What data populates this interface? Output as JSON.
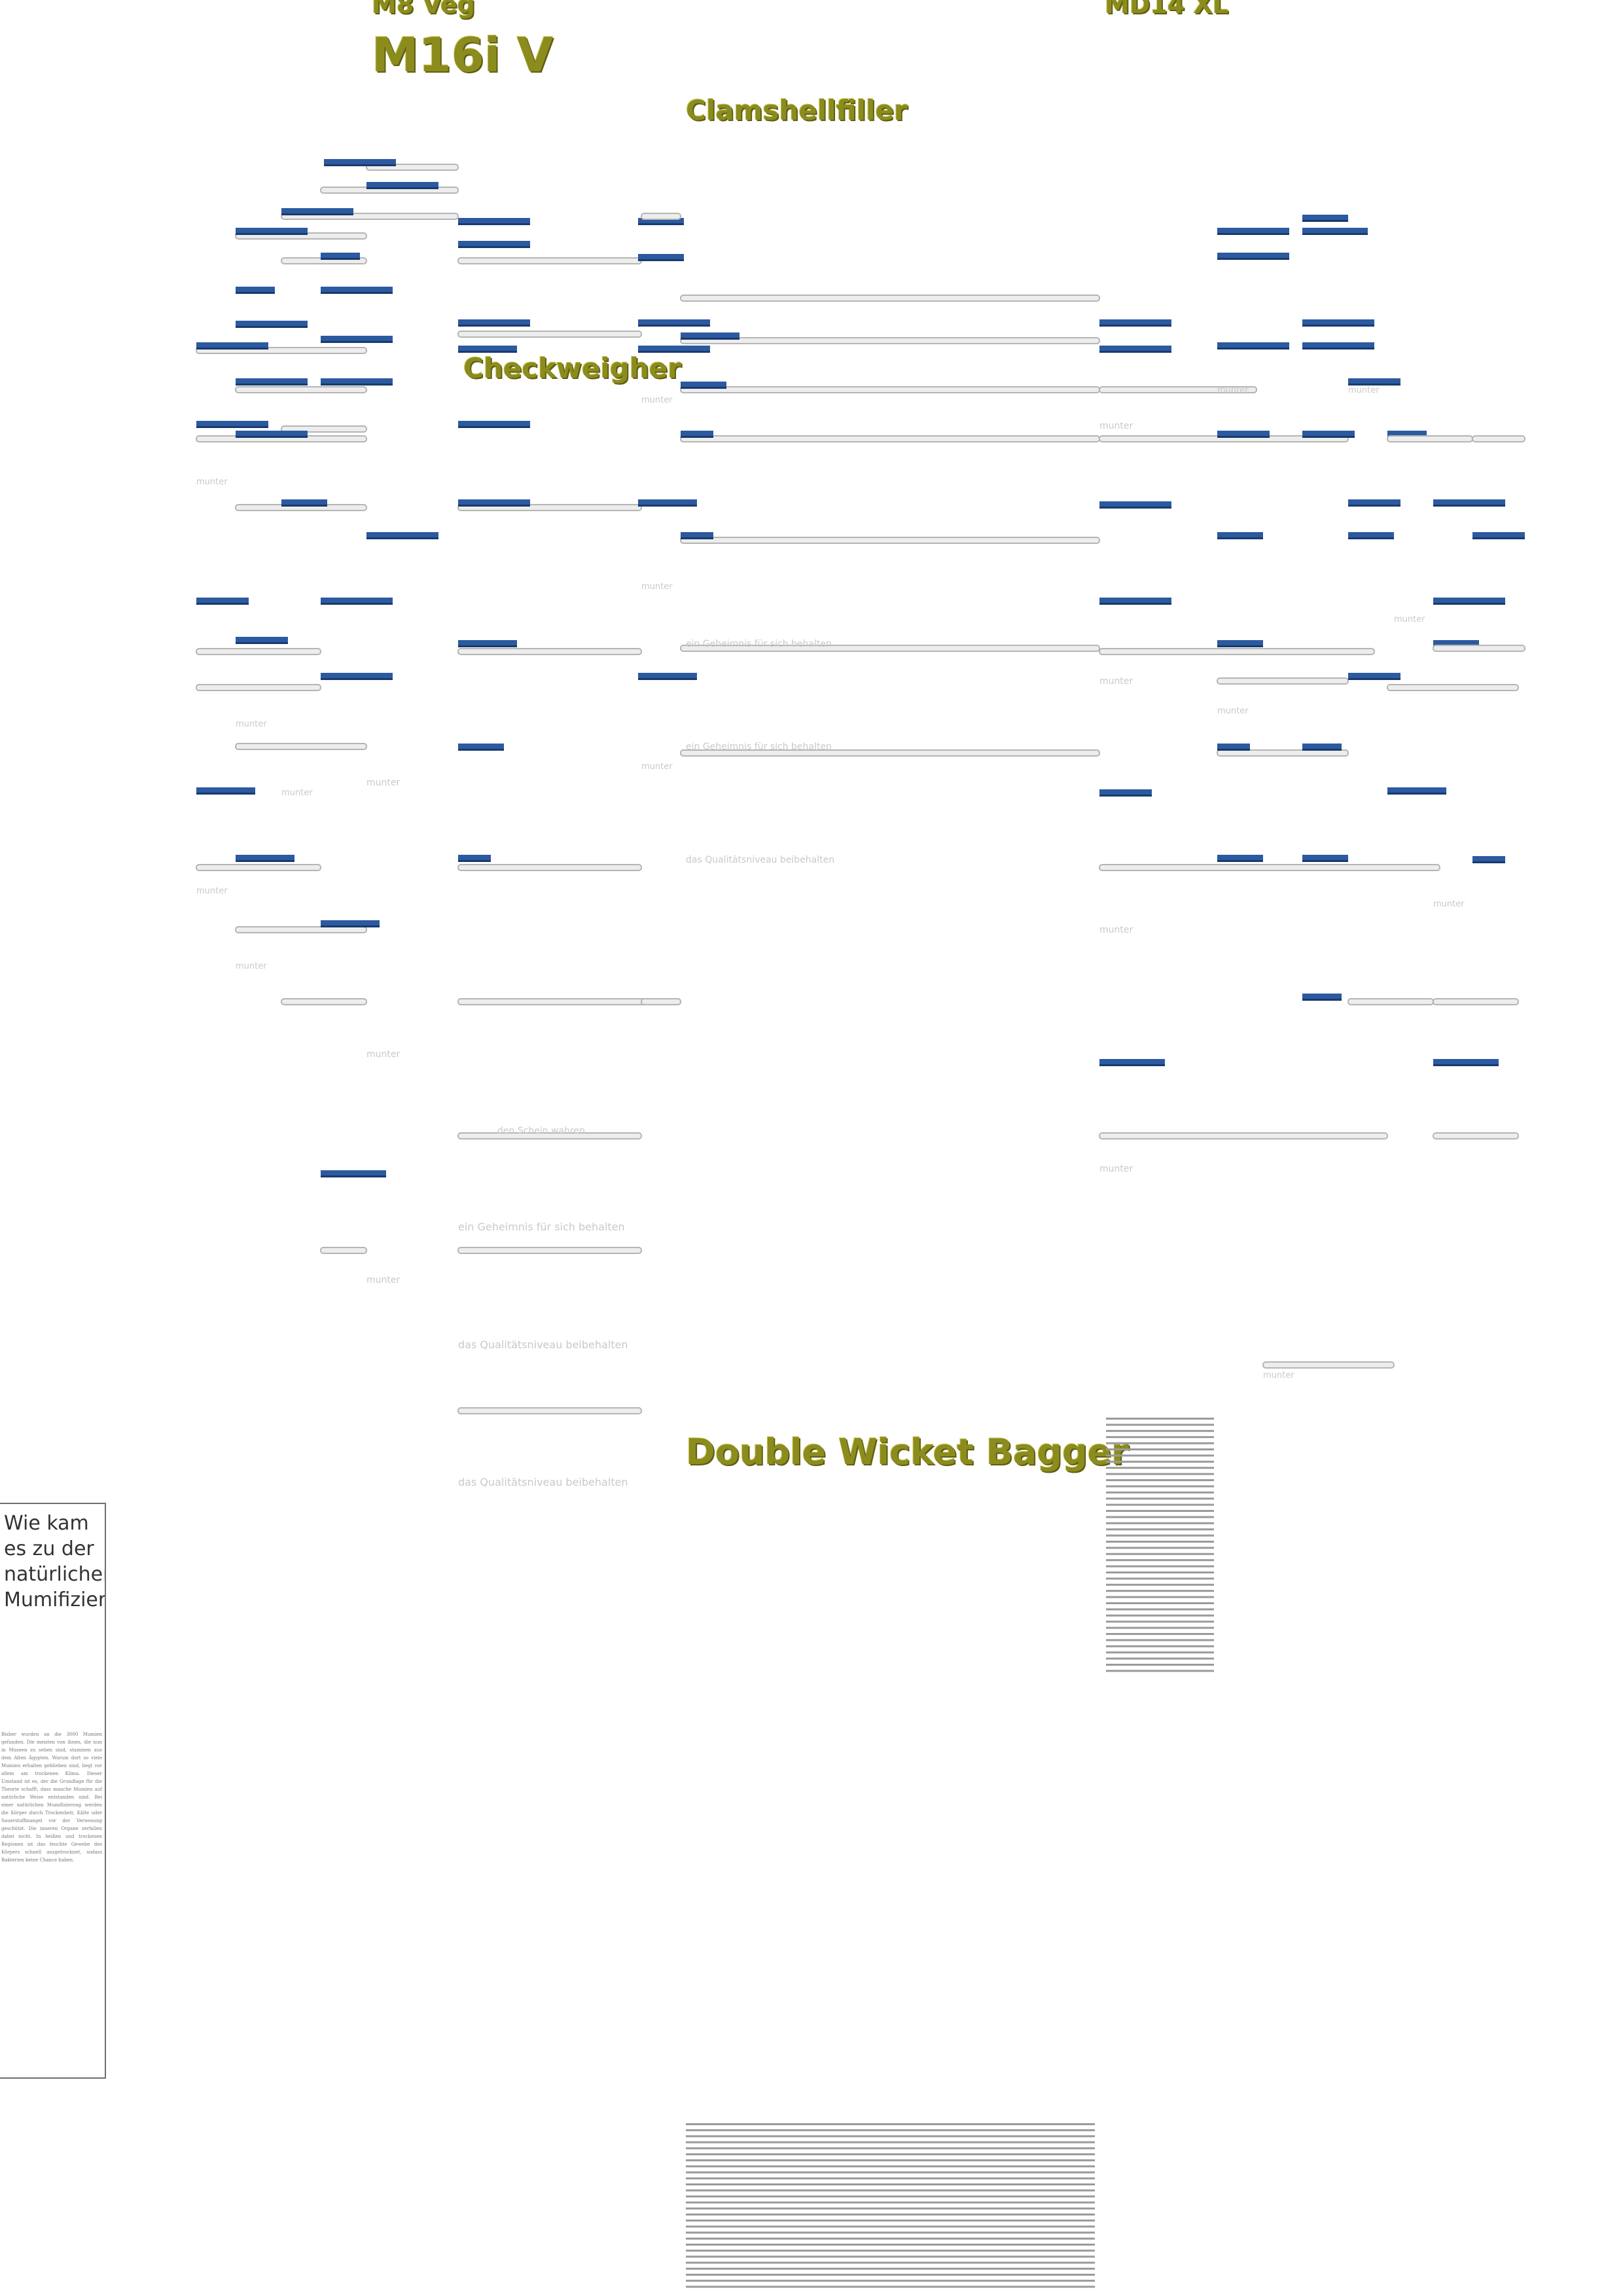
{
  "headings": {
    "m8_veg": "M8 Veg",
    "md14_xl": "MD14 XL",
    "m16i_v": "M16i V",
    "clamshellfiller": "Clamshellfiller",
    "checkweigher": "Checkweigher",
    "double_wicket_bagger": "Double Wicket Bagger"
  },
  "sidebar_card": {
    "question": "Wie kam es zu der natürlichen Mumifizierung?",
    "body": "Bisher wurden an die 3000 Mumien gefunden. Die meisten von ihnen, die nun in Museen zu sehen sind, stammen aus dem Alten Ägypten. Warum dort so viele Mumien erhalten geblieben sind, liegt vor allem am trockenen Klima. Dieser Umstand ist es, der die Grundlage für die Theorie schafft, dass manche Mumien auf natürliche Weise entstanden sind. Bei einer natürlichen Mumifizierung werden die Körper durch Trockenheit, Kälte oder Sauerstoffmangel vor der Verwesung geschützt. Die inneren Organe zerfallen dabei nicht. In heißen und trockenen Regionen ist das feuchte Gewebe des Körpers schnell ausgetrocknet, sodass Bakterien keine Chance haben."
  },
  "faint_labels": [
    "ein Geheimnis für sich behalten",
    "das Qualitätsniveau beibehalten",
    "den Schein wahren",
    "munter"
  ],
  "colors": {
    "heading": "#8c8c1e",
    "tag": "#2c5aa0",
    "bar": "#b5b5b5",
    "faint_text": "#c9c9c9"
  }
}
